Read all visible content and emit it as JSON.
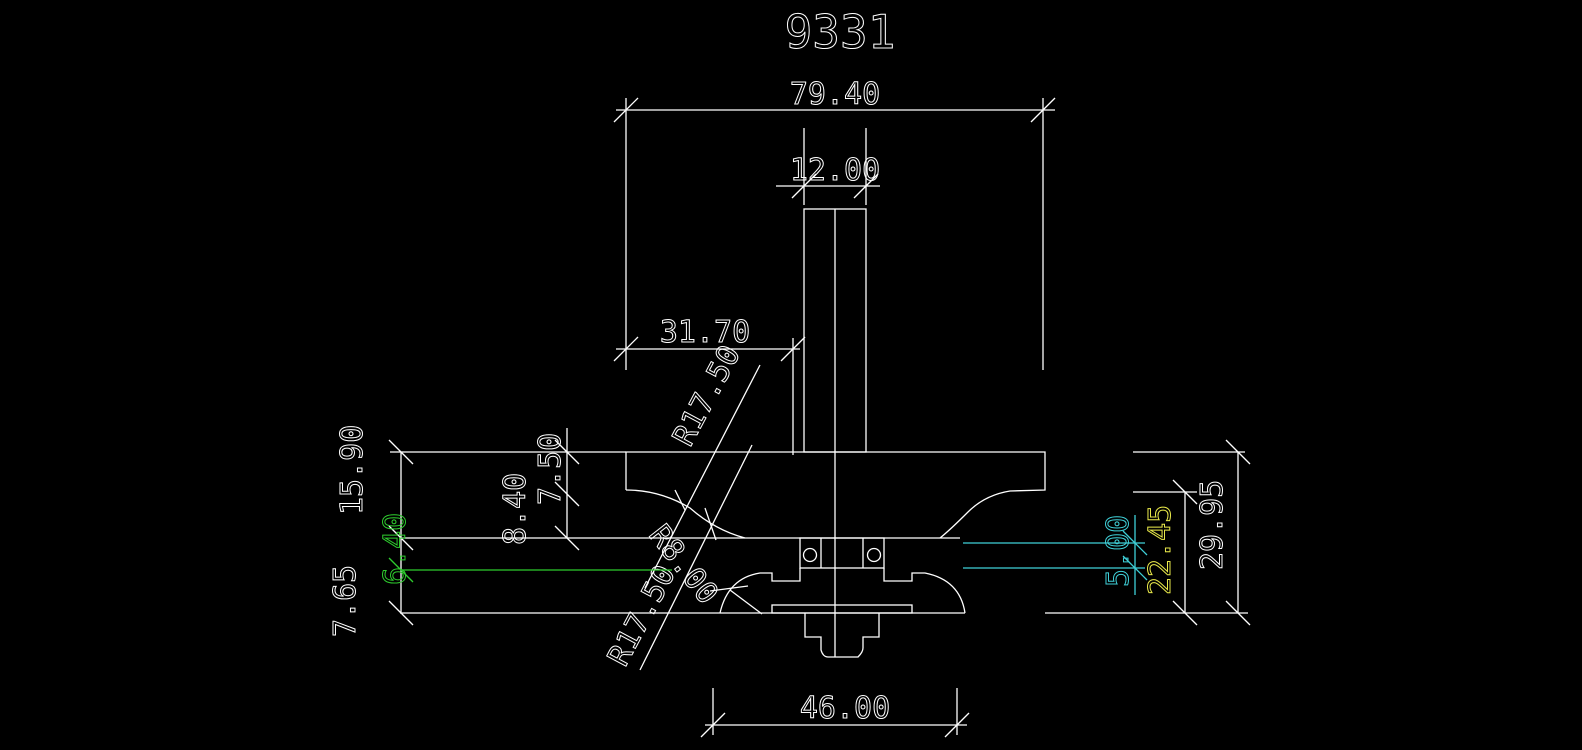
{
  "title": "9331",
  "dimensions": {
    "overall_width": "79.40",
    "shank_width": "12.00",
    "left_offset": "31.70",
    "radius_upper": "R17.50",
    "radius_lower": "R17.50",
    "radius_small": "R8.00",
    "height_left_top": "15.90",
    "depth_8_40": "8.40",
    "depth_7_50": "7.50",
    "height_green": "6.40",
    "height_left_bottom": "7.65",
    "bearing_height": "5.00",
    "height_yellow": "22.45",
    "overall_height": "29.95",
    "bottom_width": "46.00"
  },
  "colors": {
    "background": "#000000",
    "lines": "#ffffff",
    "green": "#2ecc2e",
    "cyan": "#3fd0d8",
    "yellow": "#e8e84a"
  }
}
